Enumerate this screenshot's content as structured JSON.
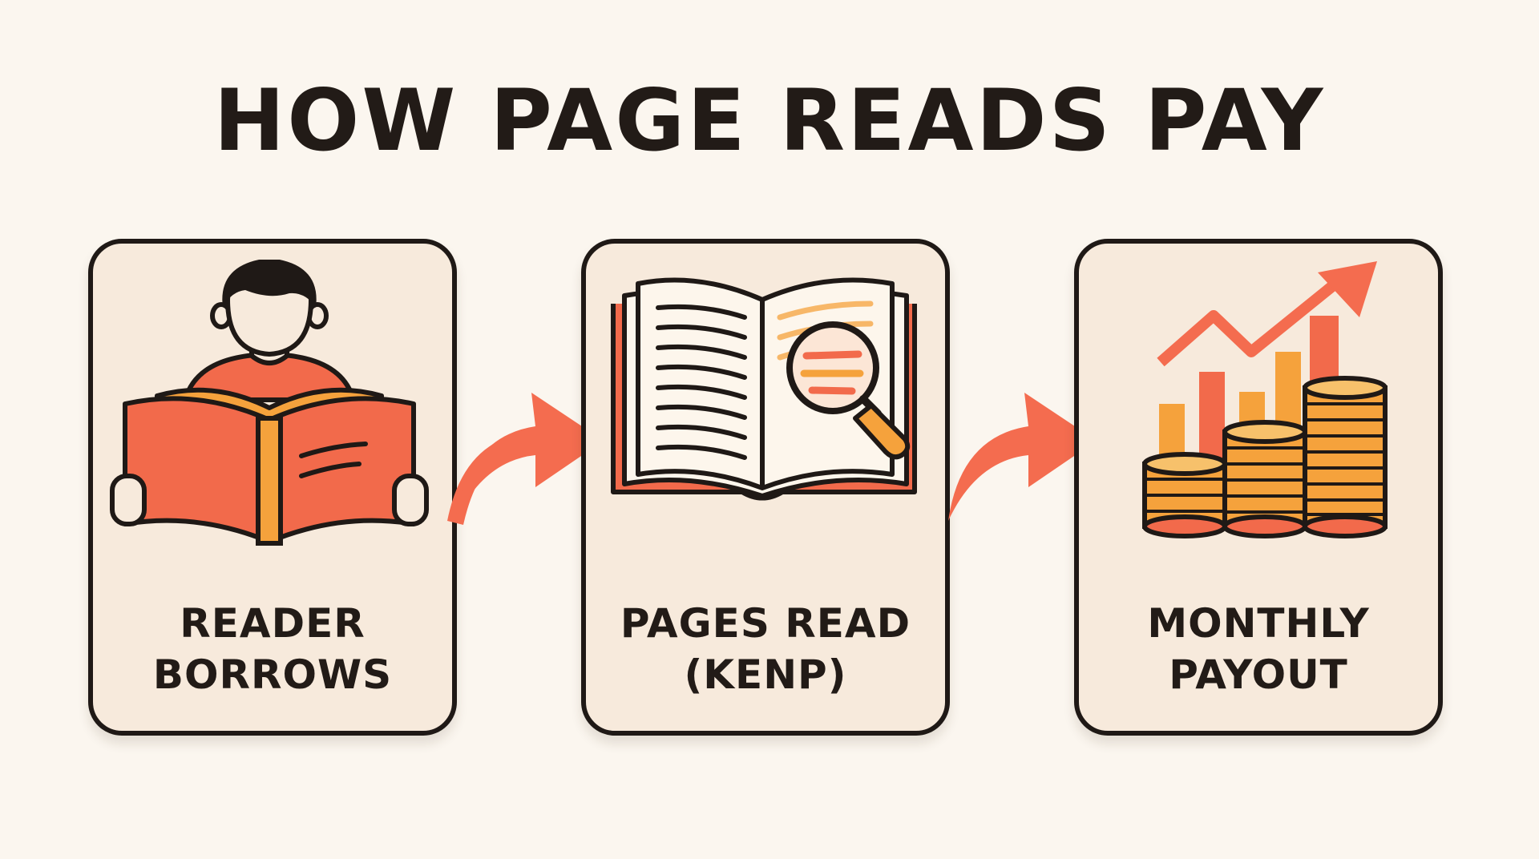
{
  "title": "HOW PAGE READS PAY",
  "steps": [
    {
      "label_lines": [
        "READER",
        "BORROWS"
      ],
      "icon": "reader-with-book-icon"
    },
    {
      "label_lines": [
        "PAGES READ",
        "(KENP)"
      ],
      "icon": "open-book-magnifier-icon"
    },
    {
      "label_lines": [
        "MONTHLY",
        "PAYOUT"
      ],
      "icon": "coins-growth-chart-icon"
    }
  ],
  "connectors": [
    "curved-arrow-icon",
    "curved-arrow-icon"
  ],
  "colors": {
    "background": "#fbf6ef",
    "card_fill": "#f7eadc",
    "outline": "#1f1916",
    "accent_coral": "#f26a4b",
    "accent_orange": "#f5a23c",
    "arrow": "#f46c4f"
  }
}
